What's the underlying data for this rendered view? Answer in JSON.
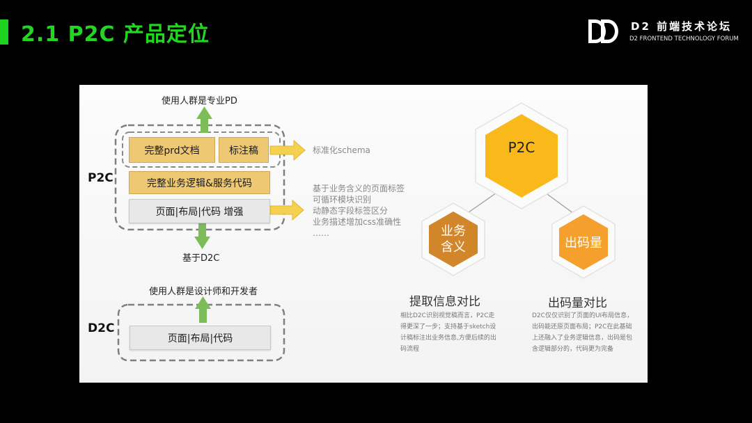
{
  "header": {
    "title": "2.1 P2C 产品定位",
    "forum_name": "D2 前端技术论坛",
    "forum_sub": "D2 FRONTEND TECHNOLOGY FORUM"
  },
  "colors": {
    "accent_green": "#22d622",
    "gold": "#eec872",
    "arrow_green": "#7cbd5a",
    "arrow_yellow": "#f4d14e",
    "hex_yellow": "#f9b91b",
    "hex_brown": "#d2862a",
    "hex_orange": "#f59f2c"
  },
  "left": {
    "p2c_label": "P2C",
    "d2c_label": "D2C",
    "p2c_users": "使用人群是专业PD",
    "box_prd": "完整prd文档",
    "box_annotate": "标注稿",
    "box_logic": "完整业务逻辑&服务代码",
    "box_layout_enh": "页面|布局|代码 增强",
    "based_on": "基于D2C",
    "standard_schema": "标准化schema",
    "features": [
      "基于业务含义的页面标签",
      "可循环模块识别",
      "动静态字段标签区分",
      "业务描述增加css准确性",
      "……"
    ],
    "d2c_users": "使用人群是设计师和开发者",
    "d2c_box": "页面|布局|代码"
  },
  "right": {
    "hex_main": "P2C",
    "hex_biz_line1": "业务",
    "hex_biz_line2": "含义",
    "hex_code": "出码量",
    "compare_info_title": "提取信息对比",
    "compare_info_desc": "相比D2C识别视觉稿而言，P2C走得更深了一步；支持基于sketch设计稿标注出业务信息,方便后续的出码流程",
    "compare_code_title": "出码量对比",
    "compare_code_desc": "D2C仅仅识别了页面的UI布局信息，出码能还原页面布局；P2C在此基础上还融入了业务逻辑信息，出码是包含逻辑部分的，代码更为完备"
  }
}
